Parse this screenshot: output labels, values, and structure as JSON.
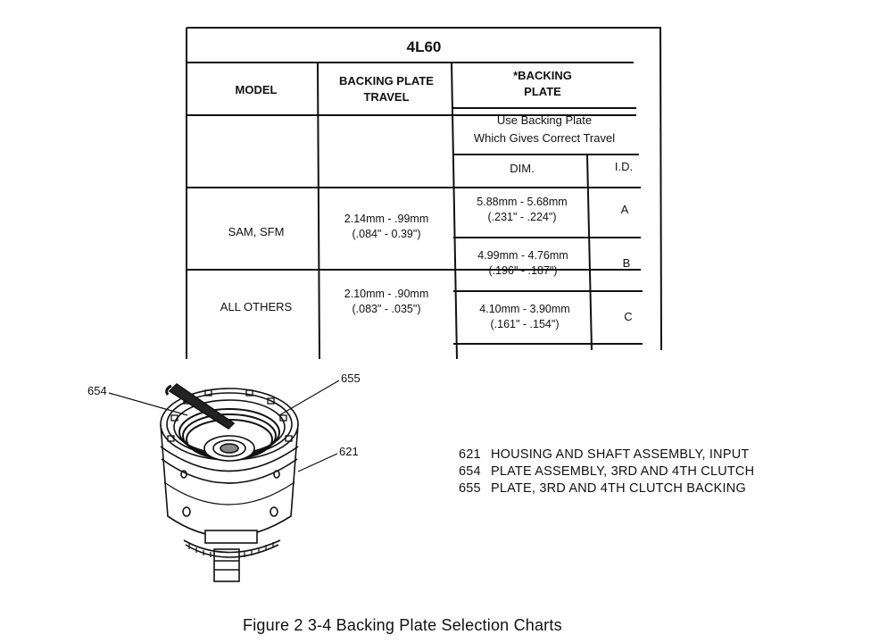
{
  "table": {
    "title": "4L60",
    "headers": {
      "model": "MODEL",
      "travel_line1": "BACKING PLATE",
      "travel_line2": "TRAVEL",
      "plate_line1": "*BACKING",
      "plate_line2": "PLATE"
    },
    "note_line1": "Use Backing Plate",
    "note_line2": "Which Gives Correct Travel",
    "sub_headers": {
      "dim": "DIM.",
      "id": "I.D."
    },
    "models": [
      {
        "name": "SAM, SFM",
        "travel_mm": "2.14mm - .99mm",
        "travel_in": "(.084\" - 0.39\")"
      },
      {
        "name": "ALL OTHERS",
        "travel_mm": "2.10mm - .90mm",
        "travel_in": "(.083\" - .035\")"
      }
    ],
    "plates": [
      {
        "dim_mm": "5.88mm - 5.68mm",
        "dim_in": "(.231\" - .224\")",
        "id": "A"
      },
      {
        "dim_mm": "4.99mm - 4.76mm",
        "dim_in": "(.196\" - .187\")",
        "id": "B"
      },
      {
        "dim_mm": "4.10mm - 3.90mm",
        "dim_in": "(.161\" - .154\")",
        "id": "C"
      }
    ]
  },
  "callouts": {
    "c654": "654",
    "c655": "655",
    "c621": "621"
  },
  "legend": [
    {
      "num": "621",
      "text": "HOUSING AND SHAFT ASSEMBLY, INPUT"
    },
    {
      "num": "654",
      "text": "PLATE ASSEMBLY, 3RD AND 4TH CLUTCH"
    },
    {
      "num": "655",
      "text": "PLATE, 3RD AND 4TH CLUTCH BACKING"
    }
  ],
  "caption": "Figure 2 3-4 Backing Plate Selection Charts"
}
